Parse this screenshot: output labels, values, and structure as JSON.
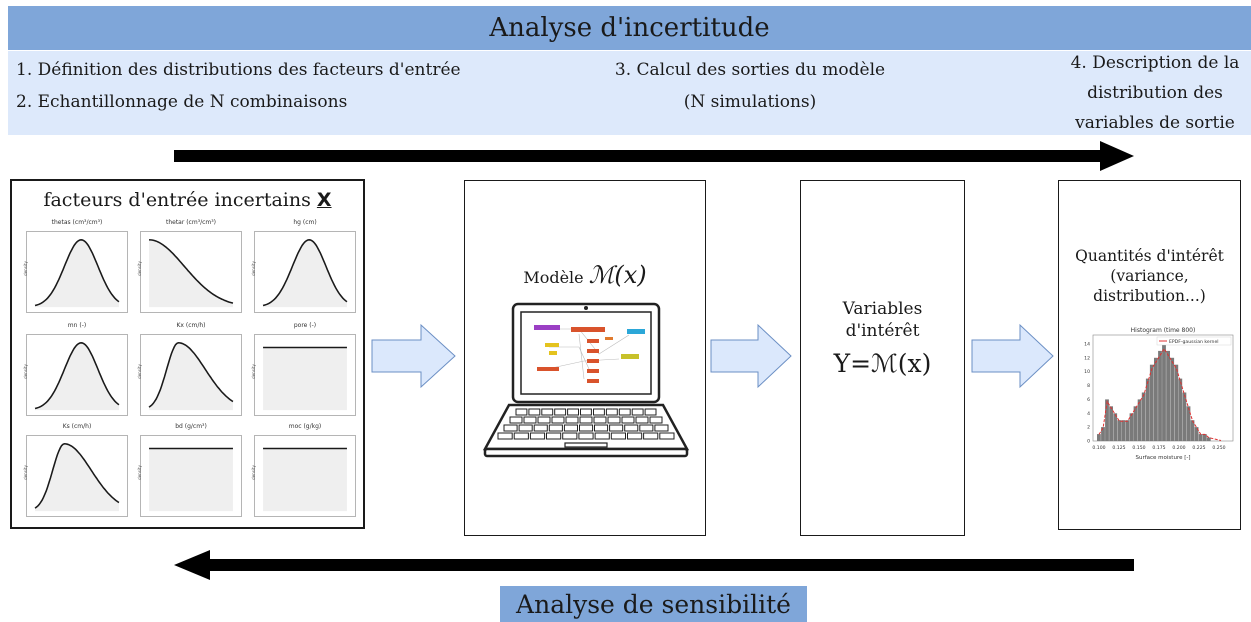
{
  "header": {
    "title": "Analyse d'incertitude"
  },
  "steps": {
    "step1": "1. Définition des distributions des facteurs d'entrée",
    "step2": "2. Echantillonnage de N combinaisons",
    "step3_line1": "3. Calcul des sorties du modèle",
    "step3_line2": "(N simulations)",
    "step4_line1": "4. Description de la",
    "step4_line2": "distribution des",
    "step4_line3": "variables de sortie"
  },
  "input_panel": {
    "title": "facteurs d'entrée incertains",
    "title_symbol": "X",
    "plots": [
      {
        "title": "thetas (cm³/cm³)",
        "ylabel": "density",
        "shape": "bell"
      },
      {
        "title": "thetar (cm³/cm³)",
        "ylabel": "density",
        "shape": "decay"
      },
      {
        "title": "hg (cm)",
        "ylabel": "density",
        "shape": "bell"
      },
      {
        "title": "mn (-)",
        "ylabel": "density",
        "shape": "bell"
      },
      {
        "title": "Kx (cm/h)",
        "ylabel": "density",
        "shape": "skew"
      },
      {
        "title": "pore (-)",
        "ylabel": "density",
        "shape": "flat"
      },
      {
        "title": "Ks (cm/h)",
        "ylabel": "density",
        "shape": "skew"
      },
      {
        "title": "bd (g/cm³)",
        "ylabel": "density",
        "shape": "flat"
      },
      {
        "title": "moc (g/kg)",
        "ylabel": "density",
        "shape": "flat"
      }
    ]
  },
  "model_panel": {
    "label": "Modèle",
    "symbol": "ℳ(x)"
  },
  "variables_panel": {
    "line1": "Variables",
    "line2": "d'intérêt",
    "equation": "Y=ℳ(x)"
  },
  "quantities_panel": {
    "line1": "Quantités d'intérêt",
    "line2": "(variance,",
    "line3": "distribution...)",
    "histogram": {
      "title": "Histogram (time 800)",
      "legend": "EPDF-gaussian kernel",
      "xlabel": "Surface moisture [-]",
      "xticks": [
        "0.100",
        "0.125",
        "0.150",
        "0.175",
        "0.200",
        "0.225",
        "0.250"
      ],
      "yticks": [
        "0",
        "2",
        "4",
        "6",
        "8",
        "10",
        "12",
        "14"
      ]
    }
  },
  "footer": {
    "label": "Analyse de sensibilité"
  },
  "colors": {
    "header": "#7fa6d9",
    "band": "#dde9fb",
    "arrow_fill": "#dbe8fc",
    "arrow_stroke": "#6b8fc4",
    "bar": "#7a7a7a",
    "kde": "#e03030"
  }
}
